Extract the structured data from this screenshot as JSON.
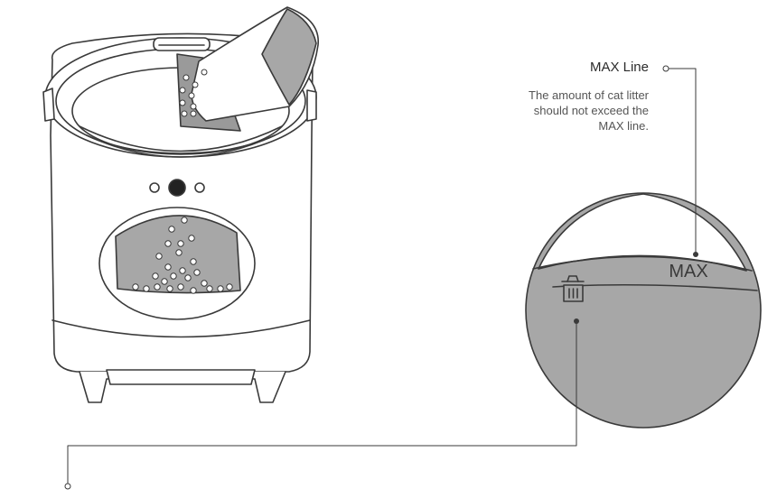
{
  "callout": {
    "title": "MAX Line",
    "description": [
      "The amount of cat litter",
      "should not exceed the",
      "MAX line."
    ]
  },
  "zoom": {
    "max_mark": "MAX"
  },
  "colors": {
    "line": "#3a3a3a",
    "fill_gray": "#a7a7a7",
    "litter_gray": "#9a9a9a",
    "white": "#ffffff"
  },
  "icons": [
    "trash-bin-icon"
  ]
}
